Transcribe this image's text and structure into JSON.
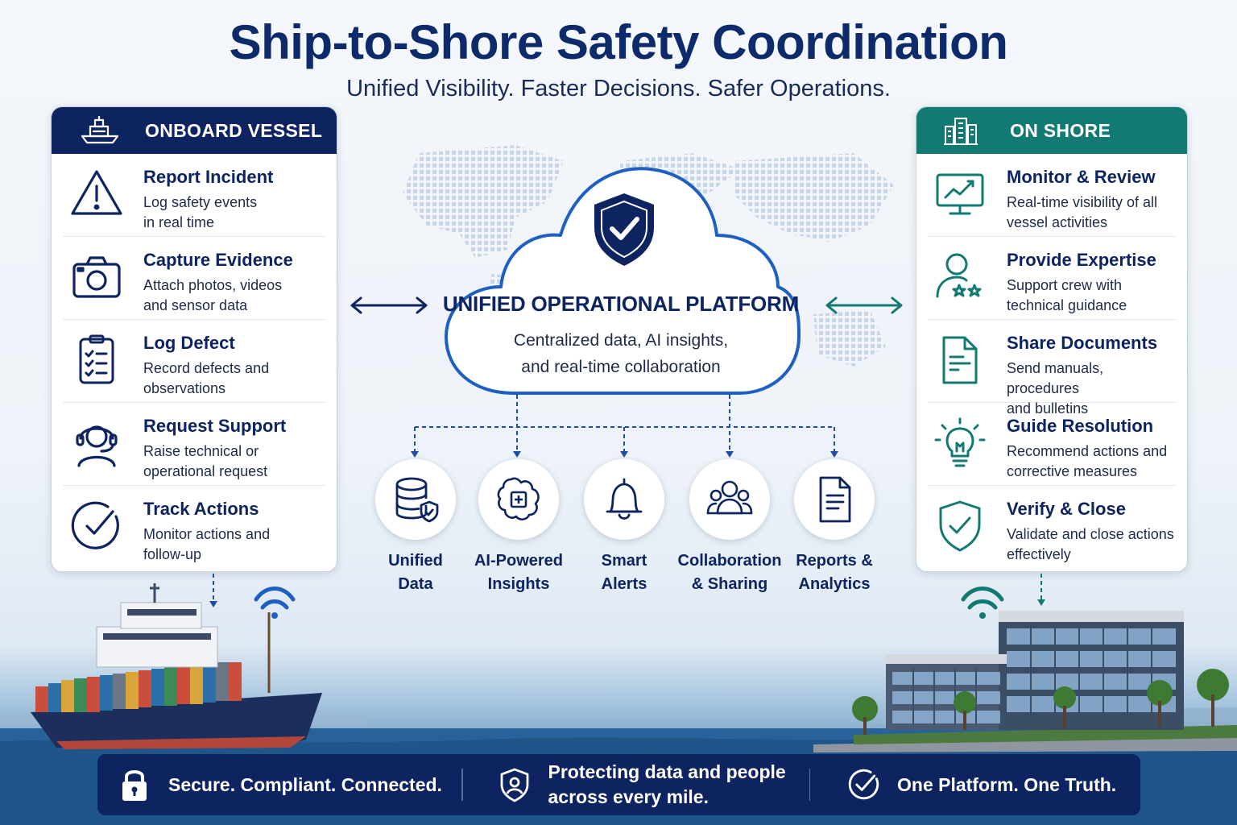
{
  "header": {
    "title": "Ship-to-Shore Safety Coordination",
    "subtitle": "Unified Visibility. Faster Decisions. Safer Operations."
  },
  "colors": {
    "navy": "#0d2461",
    "teal": "#127a73",
    "blue_accent": "#1e5fc4"
  },
  "left_panel": {
    "heading": "ONBOARD VESSEL",
    "heading_icon": "ship-icon",
    "items": [
      {
        "icon": "warning-icon",
        "title": "Report Incident",
        "line1": "Log safety events",
        "line2": "in real time"
      },
      {
        "icon": "camera-icon",
        "title": "Capture Evidence",
        "line1": "Attach photos, videos",
        "line2": "and sensor data"
      },
      {
        "icon": "checklist-icon",
        "title": "Log Defect",
        "line1": "Record defects and",
        "line2": "observations"
      },
      {
        "icon": "headset-icon",
        "title": "Request Support",
        "line1": "Raise technical or",
        "line2": "operational request"
      },
      {
        "icon": "check-circle-icon",
        "title": "Track Actions",
        "line1": "Monitor actions and",
        "line2": "follow-up"
      }
    ]
  },
  "right_panel": {
    "heading": "ON SHORE",
    "heading_icon": "building-icon",
    "items": [
      {
        "icon": "monitor-chart-icon",
        "title": "Monitor & Review",
        "line1": "Real-time visibility of all",
        "line2": "vessel activities"
      },
      {
        "icon": "expert-icon",
        "title": "Provide Expertise",
        "line1": "Support crew with",
        "line2": "technical guidance"
      },
      {
        "icon": "document-icon",
        "title": "Share Documents",
        "line1": "Send manuals, procedures",
        "line2": "and bulletins"
      },
      {
        "icon": "lightbulb-icon",
        "title": "Guide Resolution",
        "line1": "Recommend actions and",
        "line2": "corrective measures"
      },
      {
        "icon": "shield-check-icon",
        "title": "Verify & Close",
        "line1": "Validate and close actions",
        "line2": "effectively"
      }
    ]
  },
  "platform": {
    "title": "UNIFIED OPERATIONAL PLATFORM",
    "desc_line1": "Centralized data, AI insights,",
    "desc_line2": "and real-time collaboration",
    "icon": "shield-check-icon"
  },
  "features": [
    {
      "icon": "database-icon",
      "line1": "Unified",
      "line2": "Data"
    },
    {
      "icon": "ai-chip-icon",
      "line1": "AI-Powered",
      "line2": "Insights"
    },
    {
      "icon": "bell-icon",
      "line1": "Smart",
      "line2": "Alerts"
    },
    {
      "icon": "team-icon",
      "line1": "Collaboration",
      "line2": "& Sharing"
    },
    {
      "icon": "report-icon",
      "line1": "Reports &",
      "line2": "Analytics"
    }
  ],
  "footer": {
    "item1": "Secure. Compliant. Connected.",
    "item2_line1": "Protecting data and people",
    "item2_line2": "across every mile.",
    "item3": "One Platform. One Truth."
  }
}
